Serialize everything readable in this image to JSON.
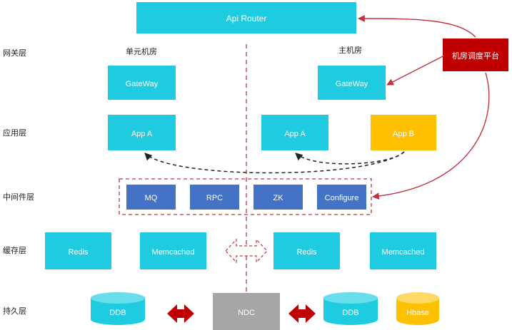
{
  "top": {
    "api_router": "Api Router"
  },
  "scheduler": {
    "label": "机房调度平台"
  },
  "rooms": {
    "left": "单元机房",
    "right": "主机房"
  },
  "layers": {
    "gateway": "网关层",
    "app": "应用层",
    "middleware": "中间件层",
    "cache": "缓存层",
    "persist": "持久层"
  },
  "gateway": {
    "left": "GateWay",
    "right": "GateWay"
  },
  "app": {
    "left": "App A",
    "right_a": "App A",
    "right_b": "App B"
  },
  "middleware": {
    "mq": "MQ",
    "rpc": "RPC",
    "zk": "ZK",
    "configure": "Configure"
  },
  "cache": {
    "redis_left": "Redis",
    "memcached_left": "Memcached",
    "redis_right": "Redis",
    "memcached_right": "Memcached"
  },
  "persist": {
    "ddb_left": "DDB",
    "ndc": "NDC",
    "ddb_right": "DDB",
    "hbase": "Hbase"
  },
  "colors": {
    "cyan": "#1ECBE1",
    "blue": "#4472C4",
    "yellow": "#FFC000",
    "red": "#C00000",
    "gray": "#A6A6A6",
    "dark_red": "#9C1C28"
  }
}
